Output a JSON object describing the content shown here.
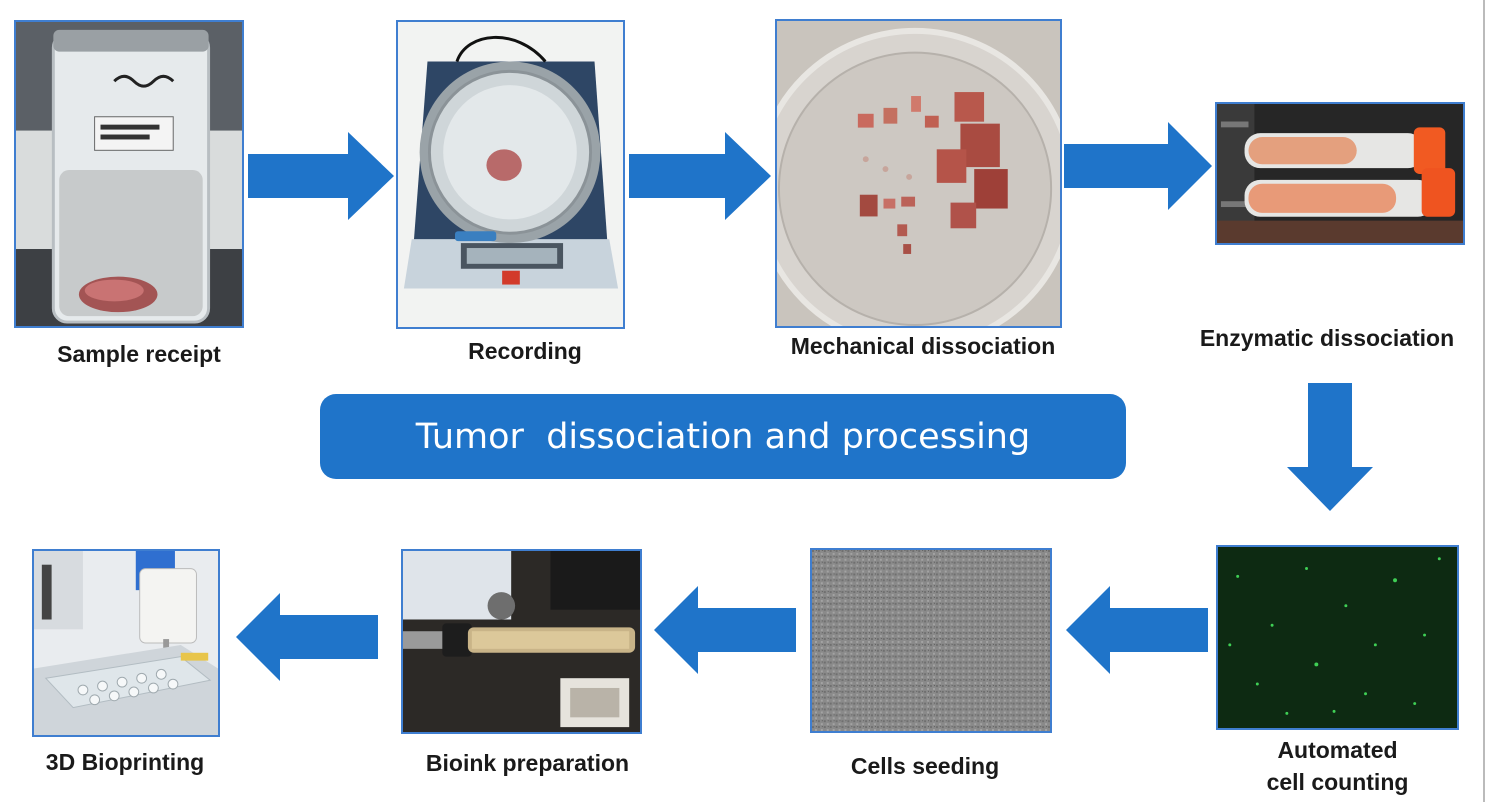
{
  "banner": {
    "title": "Tumor  dissociation and processing"
  },
  "steps": [
    {
      "label": "Sample receipt",
      "image": "tumor-sample-jar"
    },
    {
      "label": "Recording",
      "image": "weighing-scale"
    },
    {
      "label": "Mechanical dissociation",
      "image": "petri-dish-tissue"
    },
    {
      "label": "Enzymatic dissociation",
      "image": "centrifuge-tubes"
    },
    {
      "label_line1": "Automated",
      "label_line2": "cell counting",
      "image": "fluorescent-cells"
    },
    {
      "label": "Cells seeding",
      "image": "microscope-field"
    },
    {
      "label": "Bioink preparation",
      "image": "syringe-bioink"
    },
    {
      "label": "3D Bioprinting",
      "image": "bioprinter-well-plate"
    }
  ],
  "colors": {
    "arrow": "#1f74c9",
    "frame": "#3f7ed0",
    "banner": "#1f74c9"
  }
}
